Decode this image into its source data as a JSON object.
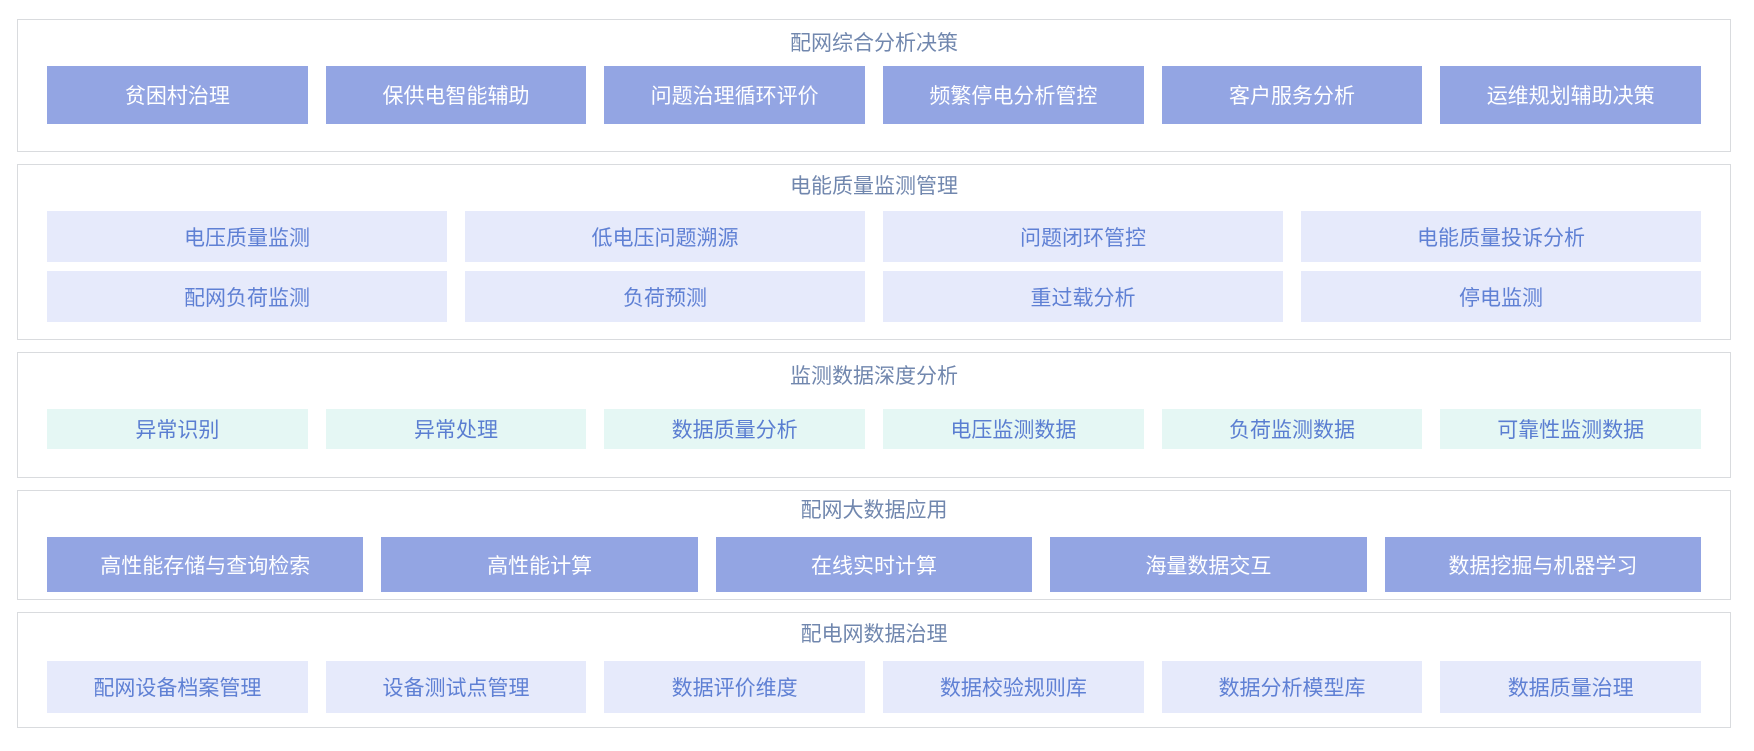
{
  "colors": {
    "tile_solid_bg": "#93a5e3",
    "tile_solid_text": "#ffffff",
    "tile_lavender_bg": "#e6eafb",
    "tile_lavender_text": "#5f80d4",
    "tile_mint_bg": "#e5f7f4",
    "tile_mint_text": "#5a7ed1",
    "section_border": "#d9dbde",
    "title_text": "#7187ae"
  },
  "sections": [
    {
      "title": "配网综合分析决策",
      "style": "solid",
      "rows": [
        [
          "贫困村治理",
          "保供电智能辅助",
          "问题治理循环评价",
          "频繁停电分析管控",
          "客户服务分析",
          "运维规划辅助决策"
        ]
      ]
    },
    {
      "title": "电能质量监测管理",
      "style": "lavender",
      "rows": [
        [
          "电压质量监测",
          "低电压问题溯源",
          "问题闭环管控",
          "电能质量投诉分析"
        ],
        [
          "配网负荷监测",
          "负荷预测",
          "重过载分析",
          "停电监测"
        ]
      ]
    },
    {
      "title": "监测数据深度分析",
      "style": "mint",
      "rows": [
        [
          "异常识别",
          "异常处理",
          "数据质量分析",
          "电压监测数据",
          "负荷监测数据",
          "可靠性监测数据"
        ]
      ]
    },
    {
      "title": "配网大数据应用",
      "style": "solid",
      "rows": [
        [
          "高性能存储与查询检索",
          "高性能计算",
          "在线实时计算",
          "海量数据交互",
          "数据挖掘与机器学习"
        ]
      ]
    },
    {
      "title": "配电网数据治理",
      "style": "lavender",
      "rows": [
        [
          "配网设备档案管理",
          "设备测试点管理",
          "数据评价维度",
          "数据校验规则库",
          "数据分析模型库",
          "数据质量治理"
        ]
      ]
    }
  ]
}
